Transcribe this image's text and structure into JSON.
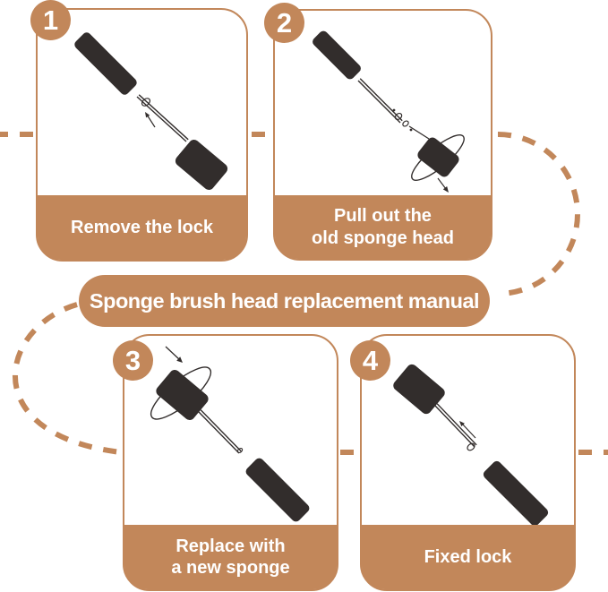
{
  "banner": {
    "title": "Sponge brush head replacement manual"
  },
  "steps": [
    {
      "number": "1",
      "caption_lines": [
        "Remove the lock"
      ],
      "illustration": "sponge-brush-lock-arrow-up"
    },
    {
      "number": "2",
      "caption_lines": [
        "Pull out the",
        "old sponge head"
      ],
      "illustration": "sponge-brush-head-rotating-pull-down"
    },
    {
      "number": "3",
      "caption_lines": [
        "Replace with",
        "a new sponge"
      ],
      "illustration": "sponge-brush-new-head-rotating"
    },
    {
      "number": "4",
      "caption_lines": [
        "Fixed lock"
      ],
      "illustration": "sponge-brush-lock-arrow-up-fixed"
    }
  ],
  "colors": {
    "accent_tan": "#C2875A",
    "brush_dark": "#322D2C",
    "text_on_tan": "#FFFFFF",
    "background": "#FFFFFF"
  }
}
